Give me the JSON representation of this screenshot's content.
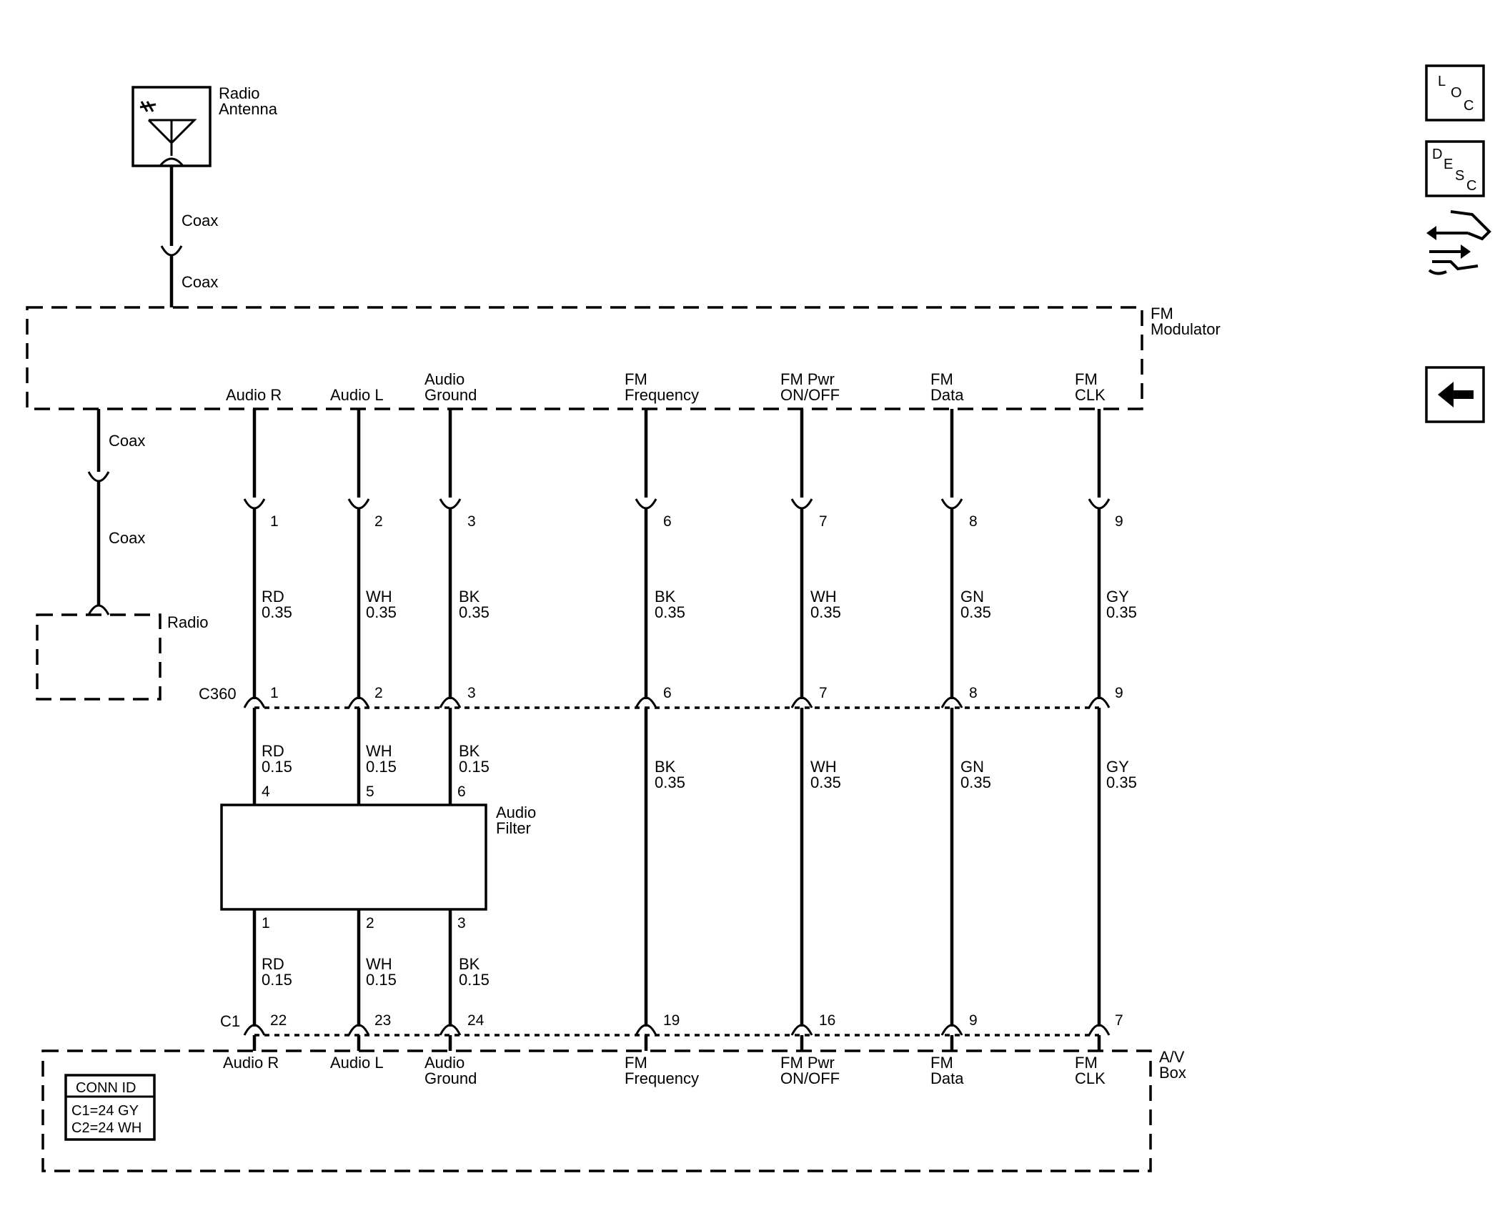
{
  "antenna": {
    "line1": "Radio",
    "line2": "Antenna"
  },
  "coax": {
    "a": "Coax",
    "b": "Coax",
    "c": "Coax",
    "d": "Coax"
  },
  "radio": {
    "label": "Radio"
  },
  "fm_modulator": {
    "line1": "FM",
    "line2": "Modulator"
  },
  "audio_filter": {
    "line1": "Audio",
    "line2": "Filter"
  },
  "av_box": {
    "line1": "A/V",
    "line2": "Box"
  },
  "connectors": {
    "c360": "C360",
    "c1": "C1"
  },
  "conn_id": {
    "title": "CONN ID",
    "row1": "C1=24 GY",
    "row2": "C2=24 WH"
  },
  "circuits": [
    {
      "top1": "",
      "top2": "Audio R",
      "pin_top": "1",
      "w1_color": "RD",
      "w1_gauge": "0.35",
      "pin_c360": "1",
      "w2_color": "RD",
      "w2_gauge": "0.15",
      "filter_in": "4",
      "filter_out": "1",
      "w3_color": "RD",
      "w3_gauge": "0.15",
      "pin_c1": "22",
      "bot1": "Audio R",
      "bot2": ""
    },
    {
      "top1": "",
      "top2": "Audio L",
      "pin_top": "2",
      "w1_color": "WH",
      "w1_gauge": "0.35",
      "pin_c360": "2",
      "w2_color": "WH",
      "w2_gauge": "0.15",
      "filter_in": "5",
      "filter_out": "2",
      "w3_color": "WH",
      "w3_gauge": "0.15",
      "pin_c1": "23",
      "bot1": "Audio L",
      "bot2": ""
    },
    {
      "top1": "Audio",
      "top2": "Ground",
      "pin_top": "3",
      "w1_color": "BK",
      "w1_gauge": "0.35",
      "pin_c360": "3",
      "w2_color": "BK",
      "w2_gauge": "0.15",
      "filter_in": "6",
      "filter_out": "3",
      "w3_color": "BK",
      "w3_gauge": "0.15",
      "pin_c1": "24",
      "bot1": "Audio",
      "bot2": "Ground"
    },
    {
      "top1": "FM",
      "top2": "Frequency",
      "pin_top": "6",
      "w1_color": "BK",
      "w1_gauge": "0.35",
      "pin_c360": "6",
      "w2_color": "BK",
      "w2_gauge": "0.35",
      "pin_c1": "19",
      "bot1": "FM",
      "bot2": "Frequency"
    },
    {
      "top1": "FM Pwr",
      "top2": "ON/OFF",
      "pin_top": "7",
      "w1_color": "WH",
      "w1_gauge": "0.35",
      "pin_c360": "7",
      "w2_color": "WH",
      "w2_gauge": "0.35",
      "pin_c1": "16",
      "bot1": "FM Pwr",
      "bot2": "ON/OFF"
    },
    {
      "top1": "FM",
      "top2": "Data",
      "pin_top": "8",
      "w1_color": "GN",
      "w1_gauge": "0.35",
      "pin_c360": "8",
      "w2_color": "GN",
      "w2_gauge": "0.35",
      "pin_c1": "9",
      "bot1": "FM",
      "bot2": "Data"
    },
    {
      "top1": "FM",
      "top2": "CLK",
      "pin_top": "9",
      "w1_color": "GY",
      "w1_gauge": "0.35",
      "pin_c360": "9",
      "w2_color": "GY",
      "w2_gauge": "0.35",
      "pin_c1": "7",
      "bot1": "FM",
      "bot2": "CLK"
    }
  ],
  "nav": {
    "loc": {
      "l1": "L",
      "l2": "O",
      "l3": "C"
    },
    "desc": {
      "l1": "D",
      "l2": "E",
      "l3": "S",
      "l4": "C"
    },
    "icons": [
      "loc-icon",
      "desc-icon",
      "component-swap-icon",
      "back-arrow-icon"
    ]
  }
}
